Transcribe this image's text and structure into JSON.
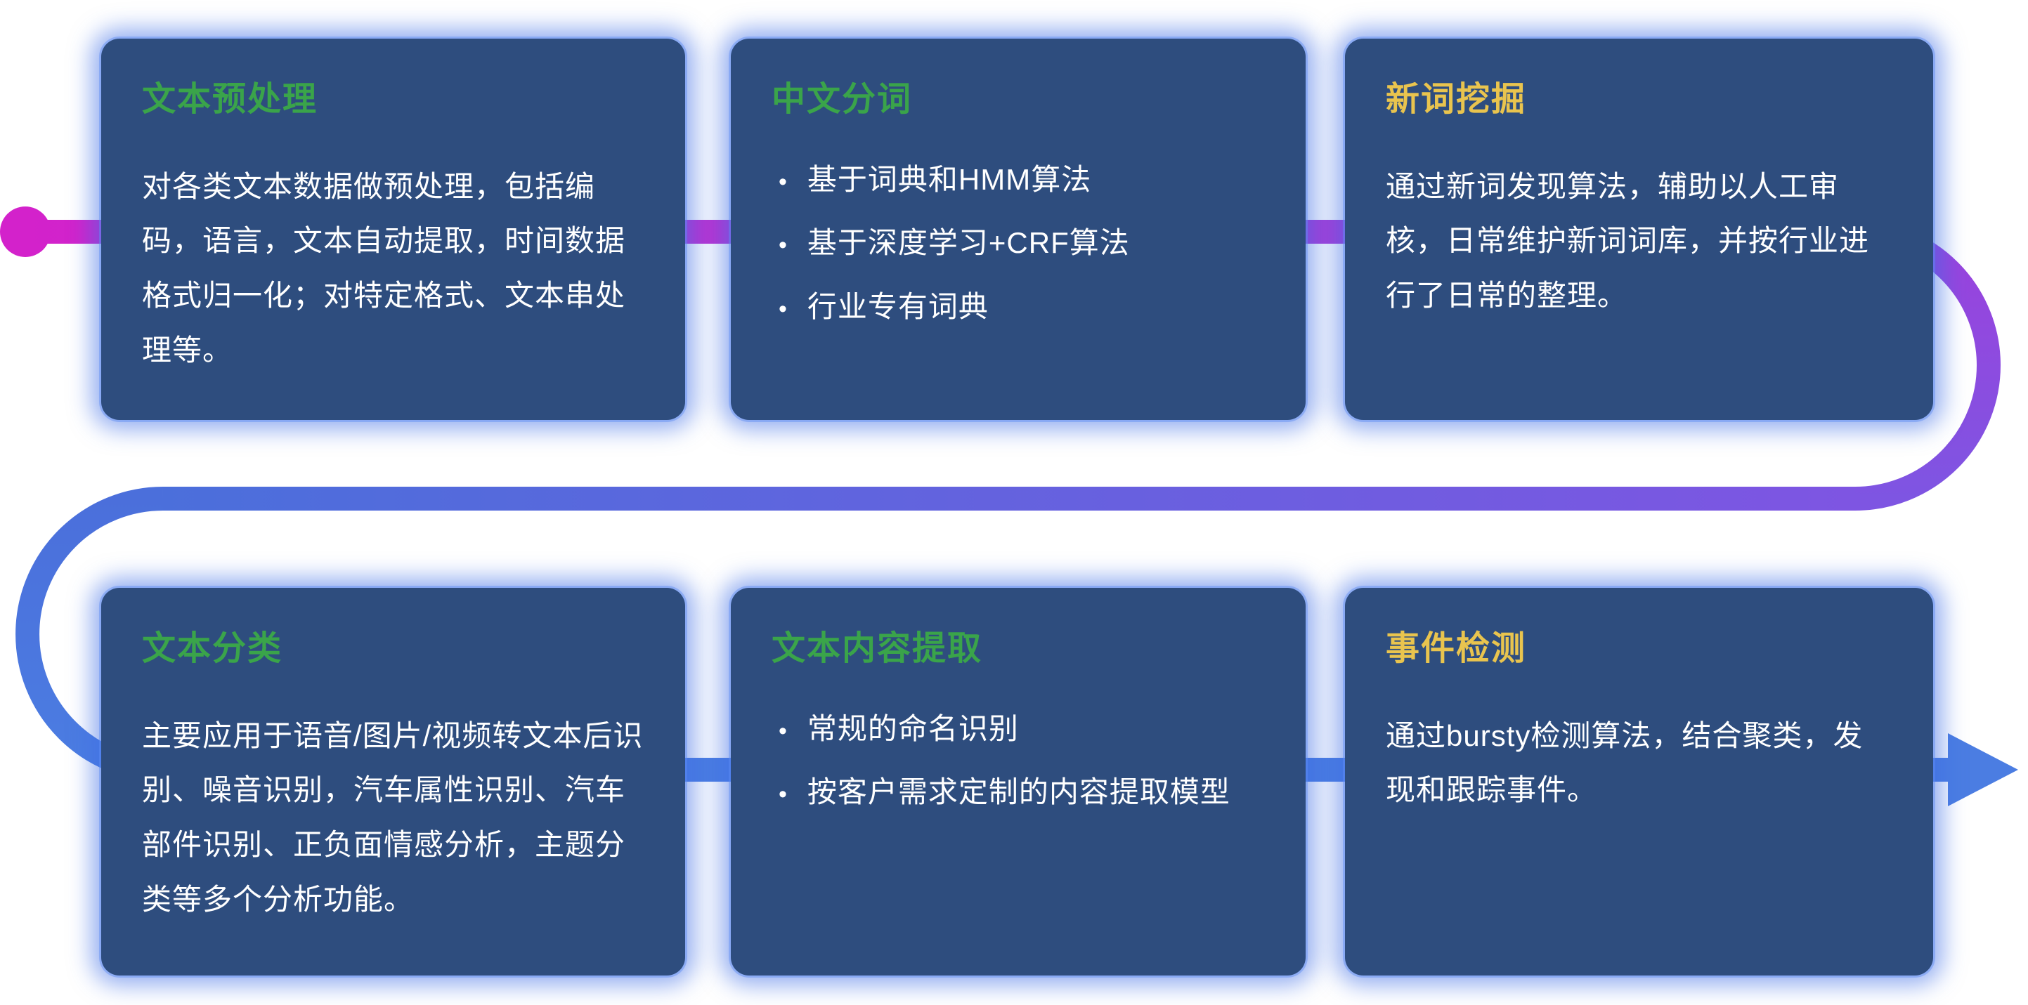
{
  "theme": {
    "background": "#ffffff",
    "card_background": "#2e4d7e",
    "card_glow": "#3e6ee4",
    "body_text_color": "#ffffff",
    "title_green": "#3aa44a",
    "title_yellow": "#e9c44e"
  },
  "connector": {
    "colors": {
      "start_magenta": "#d322cb",
      "mid_magenta": "#b637d4",
      "purple": "#9b42dd",
      "violet": "#7e55e2",
      "blue_mid": "#4b6fdb",
      "blue": "#4b7de2"
    }
  },
  "cards": [
    {
      "id": "text-preprocessing",
      "title": "文本预处理",
      "title_color": "#3aa44a",
      "type": "paragraph",
      "body": "对各类文本数据做预处理，包括编码，语言，文本自动提取，时间数据格式归一化；对特定格式、文本串处理等。"
    },
    {
      "id": "chinese-word-segmentation",
      "title": "中文分词",
      "title_color": "#3aa44a",
      "type": "bullets",
      "bullets": [
        "基于词典和HMM算法",
        "基于深度学习+CRF算法",
        "行业专有词典"
      ]
    },
    {
      "id": "new-word-mining",
      "title": "新词挖掘",
      "title_color": "#e9c44e",
      "type": "paragraph",
      "body": "通过新词发现算法，辅助以人工审核，日常维护新词词库，并按行业进行了日常的整理。"
    },
    {
      "id": "text-classification",
      "title": "文本分类",
      "title_color": "#3aa44a",
      "type": "paragraph",
      "body": "主要应用于语音/图片/视频转文本后识别、噪音识别，汽车属性识别、汽车部件识别、正负面情感分析，主题分类等多个分析功能。"
    },
    {
      "id": "text-content-extraction",
      "title": "文本内容提取",
      "title_color": "#3aa44a",
      "type": "bullets",
      "bullets": [
        "常规的命名识别",
        "按客户需求定制的内容提取模型"
      ]
    },
    {
      "id": "event-detection",
      "title": "事件检测",
      "title_color": "#e9c44e",
      "type": "paragraph",
      "body": "通过bursty检测算法，结合聚类，发现和跟踪事件。"
    }
  ]
}
